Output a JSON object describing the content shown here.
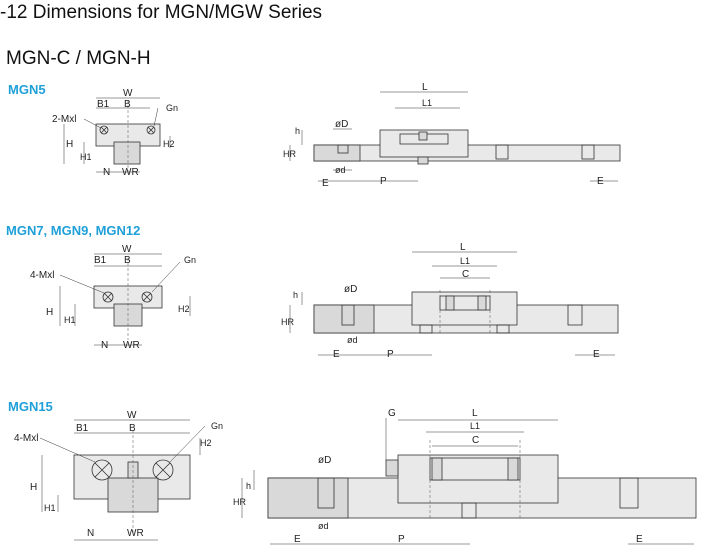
{
  "title": "-12  Dimensions for  MGN/MGW Series",
  "subtitle": "MGN-C / MGN-H",
  "sections": [
    {
      "model": "MGN5",
      "front": {
        "W": "W",
        "B1": "B1",
        "B": "B",
        "Gn": "Gn",
        "mount": "2-Mxl",
        "H": "H",
        "H1": "H1",
        "H2": "H2",
        "N": "N",
        "WR": "WR"
      },
      "side": {
        "L": "L",
        "L1": "L1",
        "h": "h",
        "D": "øD",
        "HR": "HR",
        "d": "ød",
        "E_left": "E",
        "P": "P",
        "E_right": "E"
      }
    },
    {
      "model": "MGN7, MGN9, MGN12",
      "front": {
        "W": "W",
        "B1": "B1",
        "B": "B",
        "Gn": "Gn",
        "mount": "4-Mxl",
        "H": "H",
        "H1": "H1",
        "H2": "H2",
        "N": "N",
        "WR": "WR"
      },
      "side": {
        "L": "L",
        "L1": "L1",
        "C": "C",
        "h": "h",
        "D": "øD",
        "HR": "HR",
        "d": "ød",
        "E_left": "E",
        "P": "P",
        "E_right": "E"
      }
    },
    {
      "model": "MGN15",
      "front": {
        "W": "W",
        "B1": "B1",
        "B": "B",
        "Gn": "Gn",
        "mount": "4-Mxl",
        "H": "H",
        "H1": "H1",
        "H2": "H2",
        "N": "N",
        "WR": "WR"
      },
      "side": {
        "G": "G",
        "L": "L",
        "L1": "L1",
        "C": "C",
        "h": "h",
        "D": "øD",
        "HR": "HR",
        "d": "ød",
        "E_left": "E",
        "P": "P",
        "E_right": "E"
      }
    }
  ]
}
